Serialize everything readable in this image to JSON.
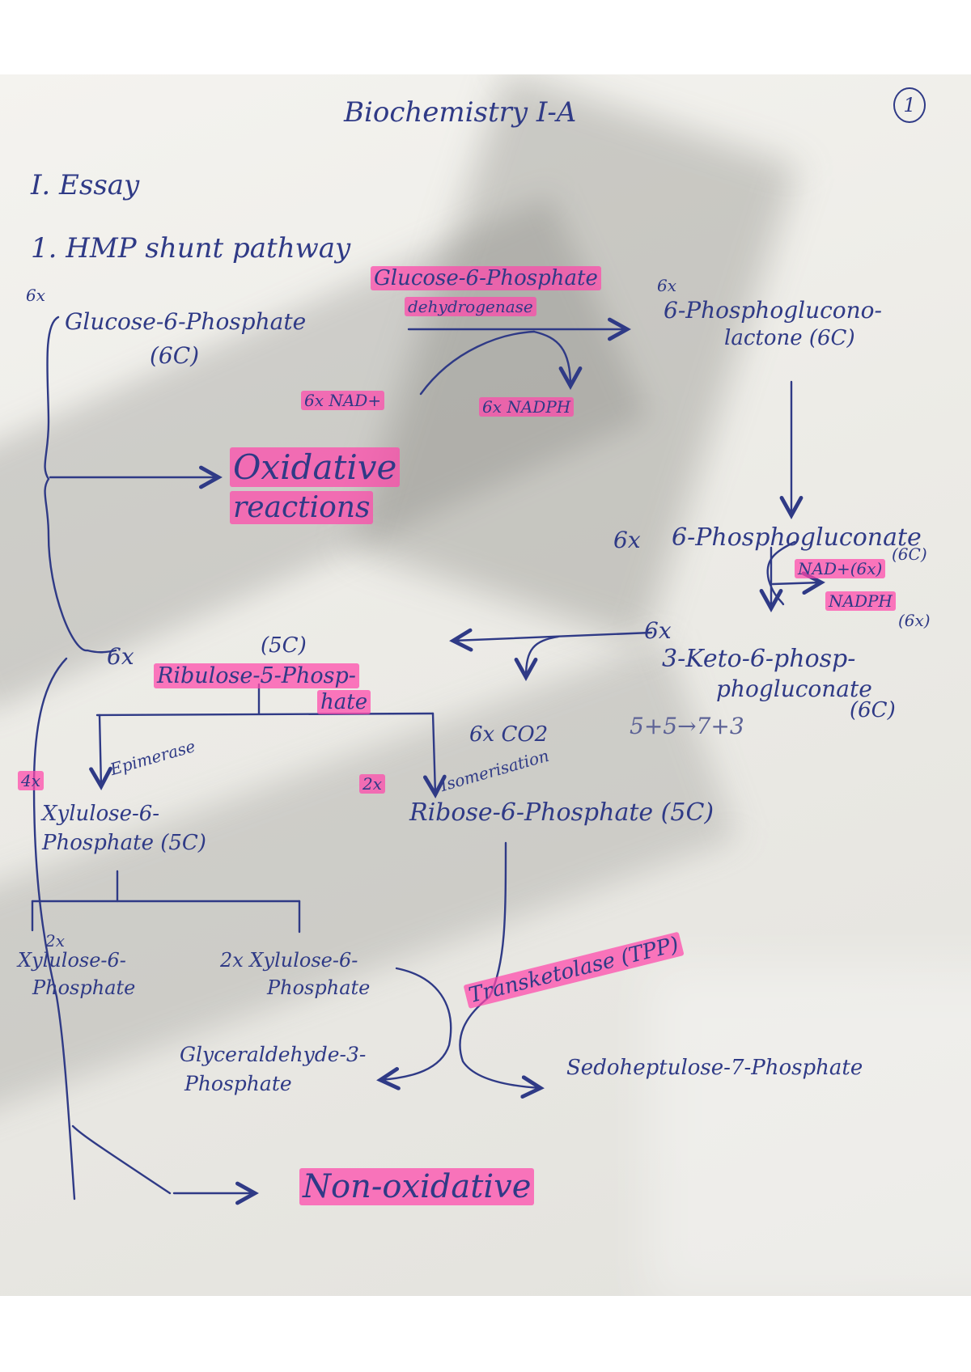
{
  "header": {
    "title": "Biochemistry I-A",
    "page_number": "1"
  },
  "section": "I. Essay",
  "question": "1. HMP shunt pathway",
  "nodes": {
    "g6p_multiplier": "6x",
    "g6p": "Glucose-6-Phosphate",
    "g6p_carbons": "(6C)",
    "enzyme_g6pd_1": "Glucose-6-Phosphate",
    "enzyme_g6pd_2": "dehydrogenase",
    "lactone_multiplier": "6x",
    "lactone_1": "6-Phosphoglucono-",
    "lactone_2": "lactone (6C)",
    "nad": "6x NAD+",
    "nadph": "6x NADPH",
    "oxidative_1": "Oxidative",
    "oxidative_2": "reactions",
    "pg_multiplier": "6x",
    "pg": "6-Phosphogluconate",
    "pg_carbons": "(6C)",
    "nad2": "NAD+(6x)",
    "nadph2": "NADPH",
    "nadph2_count": "(6x)",
    "keto_multiplier": "6x",
    "keto_1": "3-Keto-6-phosp-",
    "keto_2": "phogluconate",
    "keto_carbons": "(6C)",
    "equation": "5+5→7+3",
    "co2": "6x CO2",
    "ru5p_multiplier": "6x",
    "ru5p_carbons": "(5C)",
    "ru5p_1": "Ribulose-5-Phosp-",
    "ru5p_2": "hate",
    "epimerase": "Epimerase",
    "isomerisation": "Isomerisation",
    "x_4x": "4x",
    "r_2x": "2x",
    "xu5p_1": "Xylulose-6-",
    "xu5p_2": "Phosphate (5C)",
    "r5p": "Ribose-6-Phosphate (5C)",
    "xu_a_mult": "2x",
    "xu_a_1": "Xylulose-6-",
    "xu_a_2": "Phosphate",
    "xu_b_1": "2x Xylulose-6-",
    "xu_b_2": "Phosphate",
    "transketolase": "Transketolase (TPP)",
    "s7p": "Sedoheptulose-7-Phosphate",
    "g3p_1": "Glyceraldehyde-3-",
    "g3p_2": "Phosphate",
    "non_oxidative": "Non-oxidative"
  },
  "colors": {
    "ink": "#2f3a86",
    "highlighter": "#ff46aa",
    "paper": "#ecebe6"
  }
}
